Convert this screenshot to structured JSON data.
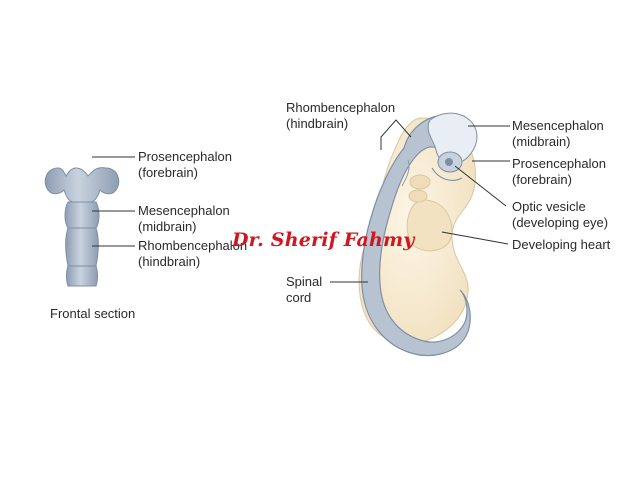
{
  "left": {
    "prosencephalon": [
      "Prosencephalon",
      "(forebrain)"
    ],
    "mesencephalon": [
      "Mesencephalon",
      "(midbrain)"
    ],
    "rhombencephalon": [
      "Rhombencephalon",
      "(hindbrain)"
    ],
    "caption": "Frontal section"
  },
  "right": {
    "rhombencephalon": [
      "Rhombencephalon",
      "(hindbrain)"
    ],
    "mesencephalon": [
      "Mesencephalon",
      "(midbrain)"
    ],
    "prosencephalon": [
      "Prosencephalon",
      "(forebrain)"
    ],
    "optic_vesicle": [
      "Optic vesicle",
      "(developing eye)"
    ],
    "developing_heart": "Developing heart",
    "spinal_cord": [
      "Spinal",
      "cord"
    ]
  },
  "watermark": "Dr. Sherif Fahmy",
  "colors": {
    "neural_tube": "#b7c3d1",
    "neural_tube_outline": "#7f8fa3",
    "embryo_body": "#f6ebd2",
    "embryo_outline": "#d9c7a2",
    "leader_line": "#333333",
    "watermark": "#d4141e"
  }
}
